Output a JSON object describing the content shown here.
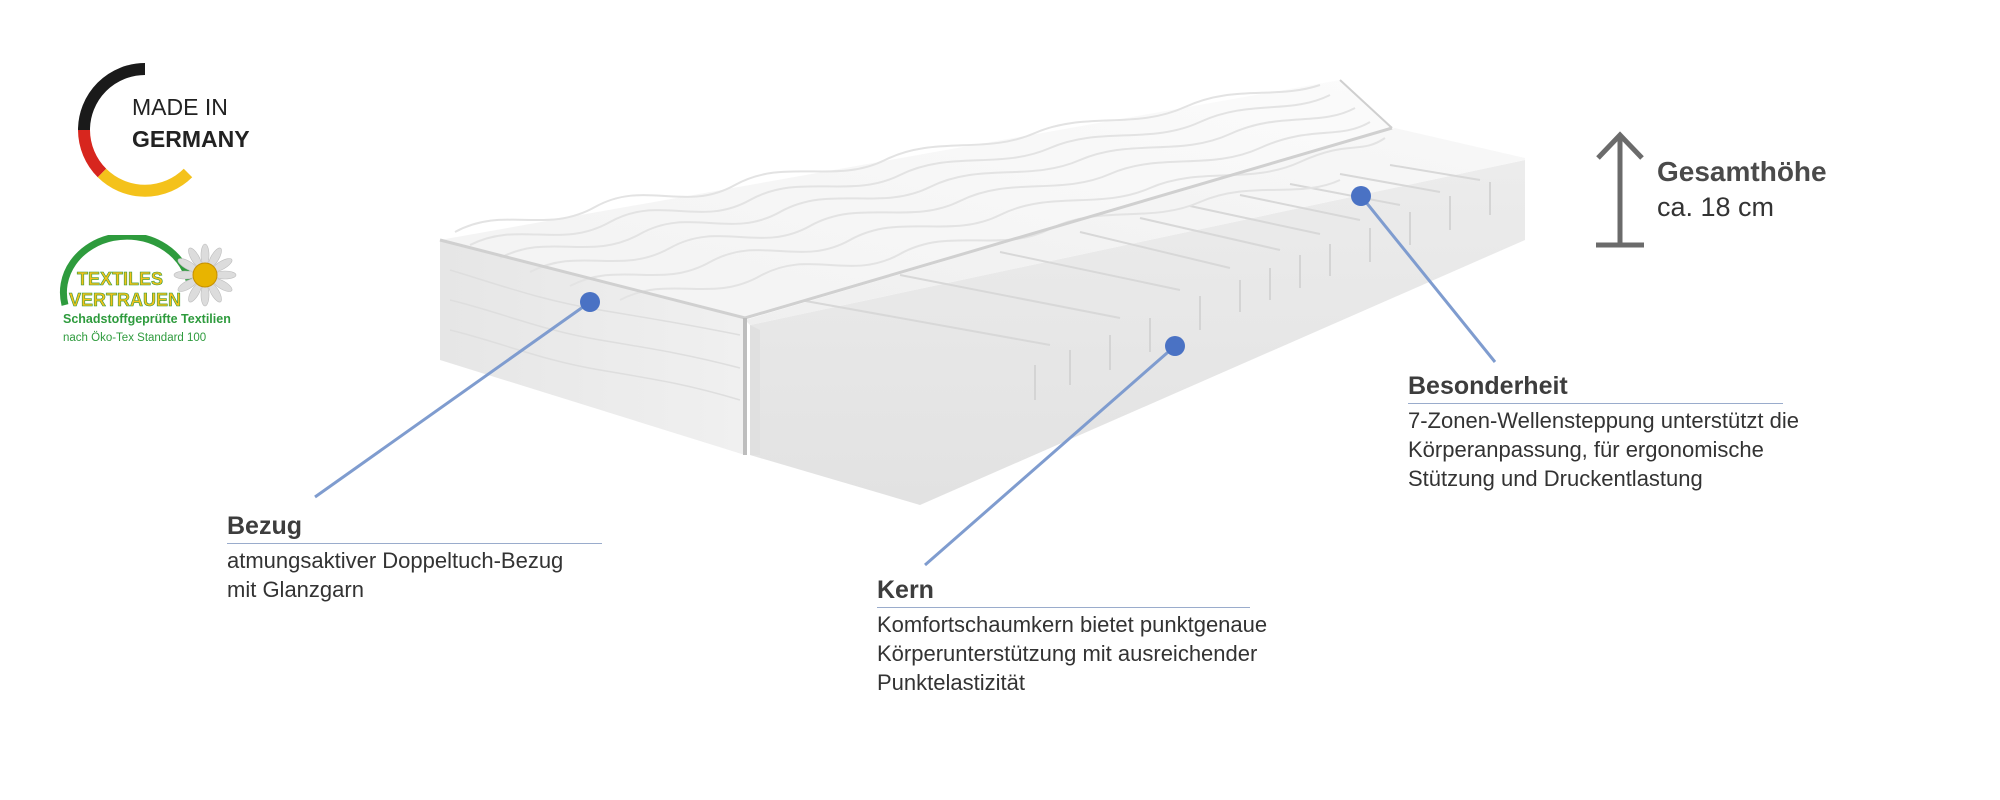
{
  "badges": {
    "made_in_line1": "MADE IN",
    "made_in_line2": "GERMANY",
    "oeko_line1": "TEXTILES",
    "oeko_line2": "VERTRAUEN",
    "oeko_line3": "Schadstoffgeprüfte Textilien",
    "oeko_line4": "nach Öko-Tex Standard 100"
  },
  "height_info": {
    "title": "Gesamthöhe",
    "value": "ca. 18 cm"
  },
  "callouts": {
    "bezug": {
      "title": "Bezug",
      "line1": "atmungsaktiver Doppeltuch-Bezug",
      "line2": "mit Glanzgarn"
    },
    "kern": {
      "title": "Kern",
      "line1": "Komfortschaumkern bietet punktgenaue",
      "line2": "Körperunterstützung mit ausreichender",
      "line3": "Punktelastizität"
    },
    "besonderheit": {
      "title": "Besonderheit",
      "line1": "7-Zonen-Wellensteppung unterstützt die",
      "line2": "Körperanpassung, für ergonomische",
      "line3": "Stützung und Druckentlastung"
    }
  },
  "colors": {
    "pointer": "#4a72c4",
    "line": "#7f9ccf",
    "flag_black": "#1a1a1a",
    "flag_red": "#d7261e",
    "flag_gold": "#f4c21b",
    "oeko_green": "#2e9b3d",
    "oeko_yellow": "#e8b400"
  }
}
